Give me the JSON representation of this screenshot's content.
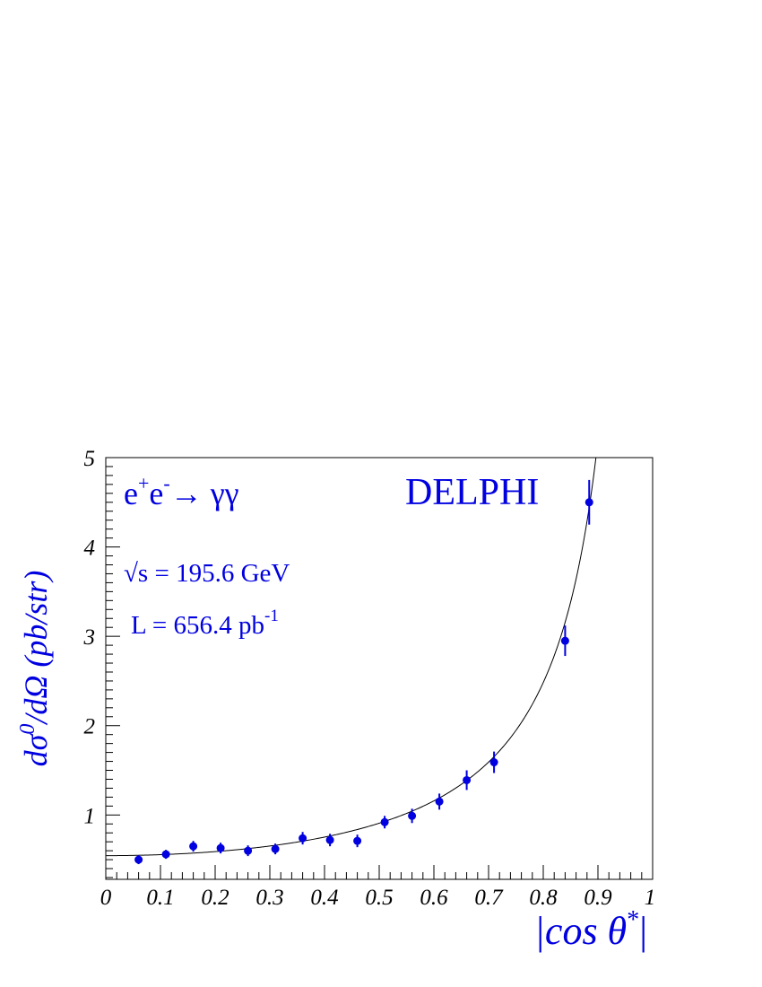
{
  "chart_data": {
    "type": "scatter",
    "xlim": [
      0,
      1
    ],
    "ylim": [
      0.28,
      5
    ],
    "x_ticks": [
      "0",
      "0.1",
      "0.2",
      "0.3",
      "0.4",
      "0.5",
      "0.6",
      "0.7",
      "0.8",
      "0.9",
      "1"
    ],
    "y_ticks": [
      "1",
      "2",
      "3",
      "4",
      "5"
    ],
    "xlabel": {
      "main": "|cos θ",
      "sup": "*",
      "close": "|"
    },
    "ylabel": {
      "d1": "dσ",
      "sup": "0",
      "rest": "/dΩ (pb/str)"
    },
    "experiment": "DELPHI",
    "process": {
      "e1": "e",
      "sup1": "+",
      "e2": "e",
      "sup2": "-",
      "arrow": "→ γγ"
    },
    "energy": {
      "root": "√",
      "text": "s = 195.6 GeV"
    },
    "lumi": {
      "text": "L = 656.4 pb",
      "sup": "-1"
    },
    "colors": {
      "data": "#0000e0",
      "curve": "#000000",
      "frame": "#000000"
    },
    "series": [
      {
        "marker": "circle",
        "points": [
          {
            "x": 0.06,
            "y": 0.5,
            "err": 0.05
          },
          {
            "x": 0.11,
            "y": 0.56,
            "err": 0.05
          },
          {
            "x": 0.16,
            "y": 0.65,
            "err": 0.06
          },
          {
            "x": 0.21,
            "y": 0.63,
            "err": 0.06
          },
          {
            "x": 0.26,
            "y": 0.6,
            "err": 0.06
          },
          {
            "x": 0.31,
            "y": 0.62,
            "err": 0.06
          },
          {
            "x": 0.36,
            "y": 0.74,
            "err": 0.07
          },
          {
            "x": 0.41,
            "y": 0.72,
            "err": 0.07
          },
          {
            "x": 0.46,
            "y": 0.71,
            "err": 0.07
          },
          {
            "x": 0.51,
            "y": 0.92,
            "err": 0.07
          },
          {
            "x": 0.56,
            "y": 0.99,
            "err": 0.08
          },
          {
            "x": 0.61,
            "y": 1.15,
            "err": 0.09
          },
          {
            "x": 0.66,
            "y": 1.39,
            "err": 0.11
          },
          {
            "x": 0.71,
            "y": 1.59,
            "err": 0.12
          },
          {
            "x": 0.84,
            "y": 2.95,
            "err": 0.17
          },
          {
            "x": 0.884,
            "y": 4.5,
            "err": 0.25
          }
        ]
      }
    ],
    "curve": {
      "function": "A*(1+x^2)/(1-x^2)",
      "A": 0.545
    }
  }
}
